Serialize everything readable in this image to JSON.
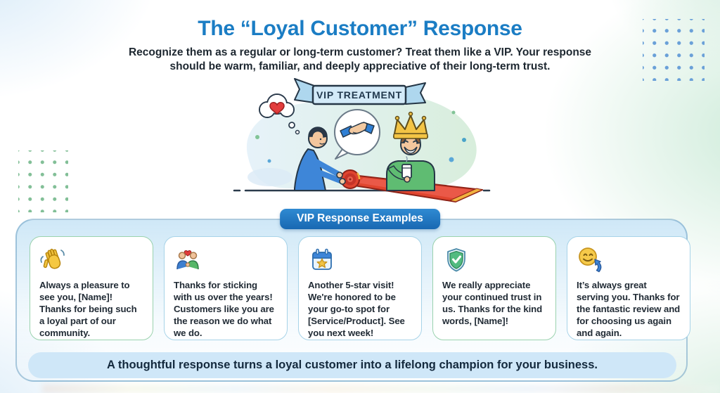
{
  "header": {
    "title": "The “Loyal Customer” Response",
    "subtitle_lines": [
      "Recognize them as a regular or long-term customer? Treat them like a VIP. Your response",
      "should be warm, familiar, and deeply appreciative of their long-term trust."
    ]
  },
  "illustration": {
    "banner_label": "VIP TREATMENT",
    "icons": [
      "heart-thought-bubble-icon",
      "handshake-speech-bubble-icon",
      "crown-icon",
      "coffee-cup-icon",
      "red-carpet-icon"
    ]
  },
  "examples": {
    "badge_label": "VIP Response Examples",
    "cards": [
      {
        "icon": "waving-hand-icon",
        "text": "Always a pleasure to see you, [Name]! Thanks for being such a loyal part of our community."
      },
      {
        "icon": "handshake-heart-icon",
        "text": "Thanks for sticking with us over the years! Customers like you are the reason we do what we do."
      },
      {
        "icon": "calendar-star-icon",
        "text": "Another 5-star visit! We're honored to be your go-to spot for [Service/Product]. See you next week!"
      },
      {
        "icon": "shield-check-icon",
        "text": "We really appreciate your continued trust in us. Thanks for the kind words, [Name]!"
      },
      {
        "icon": "smiley-reply-icon",
        "text": "It’s always great serving you. Thanks for the fantastic review and for choosing us again and again."
      }
    ]
  },
  "footer": {
    "takeaway": "A thoughtful response turns a loyal customer into a lifelong champion for your business."
  },
  "colors": {
    "title_blue": "#1b7dc4",
    "badge_blue": "#1e7bc8",
    "panel_fill": "#cfe8f7",
    "card_border_green": "#9ad2ae",
    "card_border_blue": "#a7d3e8",
    "footer_pill": "#cfe7f8",
    "heart_red": "#e23c3c",
    "carpet_red": "#e0452f",
    "sweater_green": "#5fbc72",
    "crown_gold": "#f3c445",
    "shirt_blue": "#3e86d8"
  }
}
